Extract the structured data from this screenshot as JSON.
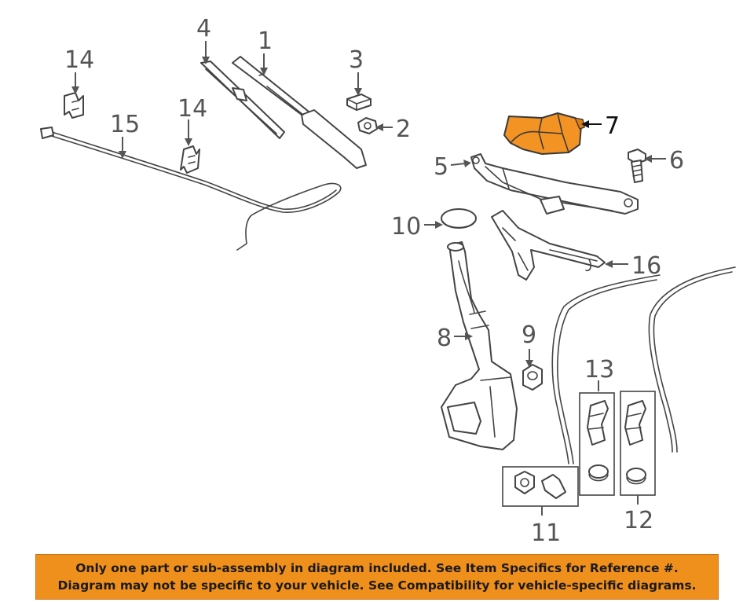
{
  "callouts": {
    "c1": "1",
    "c2": "2",
    "c3": "3",
    "c4": "4",
    "c5": "5",
    "c6": "6",
    "c7": "7",
    "c8": "8",
    "c9": "9",
    "c10": "10",
    "c11": "11",
    "c12": "12",
    "c13": "13",
    "c14a": "14",
    "c14b": "14",
    "c15": "15",
    "c16": "16"
  },
  "highlighted_part": "7",
  "colors": {
    "highlight": "#f39323",
    "notice_background": "#f0901c",
    "line": "#444444"
  },
  "notice": {
    "line1": "Only one part or sub-assembly in diagram included. See Item Specifics for Reference #.",
    "line2": "Diagram may not be specific to your vehicle. See Compatibility for vehicle-specific diagrams."
  }
}
